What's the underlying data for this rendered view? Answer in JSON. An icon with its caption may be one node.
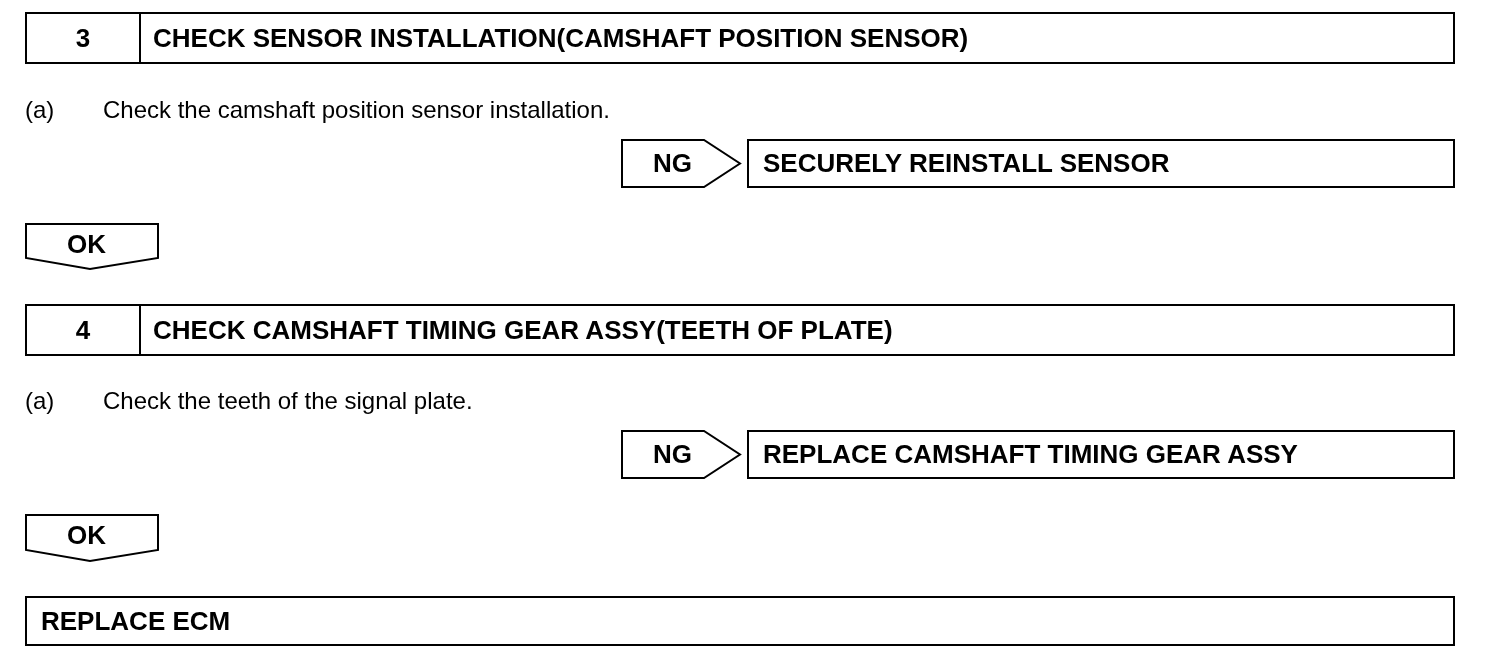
{
  "diagram": {
    "nodes": [
      {
        "text": [
          "3",
          "CHECK SENSOR INSTALLATION(CAMSHAFT POSITION SENSOR)"
        ]
      },
      {
        "text": [
          "NG"
        ]
      },
      {
        "text": [
          "SECURELY REINSTALL SENSOR"
        ]
      },
      {
        "text": [
          "OK"
        ]
      },
      {
        "text": [
          "4",
          "CHECK CAMSHAFT TIMING GEAR ASSY(TEETH OF PLATE)"
        ]
      },
      {
        "text": [
          "NG"
        ]
      },
      {
        "text": [
          "REPLACE CAMSHAFT TIMING GEAR ASSY"
        ]
      },
      {
        "text": [
          "OK"
        ]
      },
      {
        "text": [
          "REPLACE ECM"
        ]
      }
    ],
    "labels": [
      "(a)",
      "Check the camshaft position sensor installation.",
      "(a)",
      "Check the teeth of the signal plate."
    ]
  }
}
